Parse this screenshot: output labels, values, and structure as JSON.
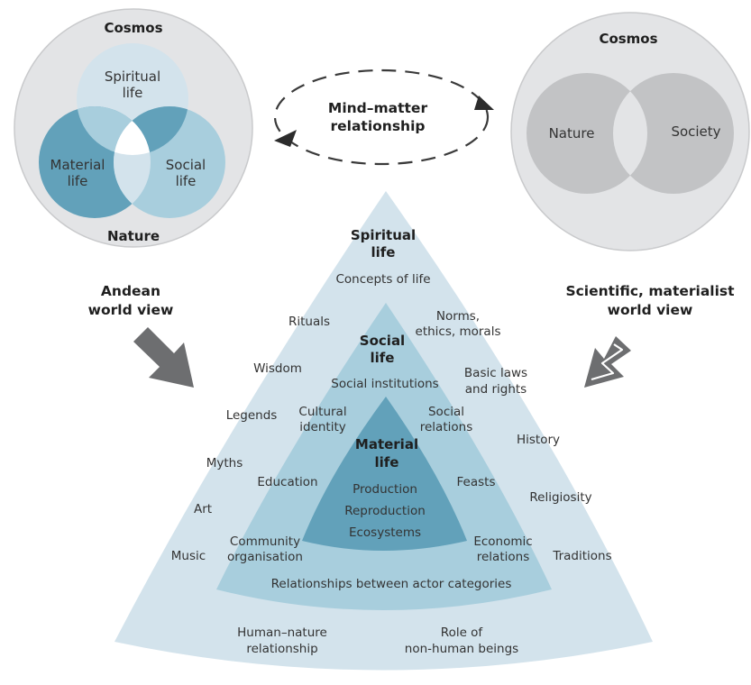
{
  "colors": {
    "grey_circle": "#e3e4e6",
    "grey_dark": "#c2c3c5",
    "blue_light": "#d3e3ec",
    "blue_mid": "#a8cedd",
    "blue_dark": "#62a1ba",
    "arrow_grey": "#6d6e70"
  },
  "andean_circle": {
    "cosmos": "Cosmos",
    "nature": "Nature",
    "spiritual": [
      "Spiritual",
      "life"
    ],
    "material": [
      "Material",
      "life"
    ],
    "social": [
      "Social",
      "life"
    ]
  },
  "scientific_circle": {
    "cosmos": "Cosmos",
    "nature": "Nature",
    "society": "Society"
  },
  "mind_matter": [
    "Mind–matter",
    "relationship"
  ],
  "andean_label": [
    "Andean",
    "world view"
  ],
  "scientific_label": [
    "Scientific, materialist",
    "world view"
  ],
  "spiritual_zone": {
    "title": [
      "Spiritual",
      "life"
    ],
    "concepts": "Concepts of life",
    "rituals": "Rituals",
    "norms": [
      "Norms,",
      "ethics, morals"
    ],
    "wisdom": "Wisdom",
    "basic_laws": [
      "Basic laws",
      "and rights"
    ],
    "legends": "Legends",
    "history": "History",
    "myths": "Myths",
    "religiosity": "Religiosity",
    "art": "Art",
    "music": "Music",
    "traditions": "Traditions",
    "human_nature": [
      "Human–nature",
      "relationship"
    ],
    "role_nonhuman": [
      "Role of",
      "non-human beings"
    ]
  },
  "social_zone": {
    "title": [
      "Social",
      "life"
    ],
    "institutions": "Social institutions",
    "cultural_identity": [
      "Cultural",
      "identity"
    ],
    "social_relations": [
      "Social",
      "relations"
    ],
    "education": "Education",
    "feasts": "Feasts",
    "community": [
      "Community",
      "organisation"
    ],
    "economic": [
      "Economic",
      "relations"
    ],
    "relationships": "Relationships between actor categories"
  },
  "material_zone": {
    "title": [
      "Material",
      "life"
    ],
    "production": "Production",
    "reproduction": "Reproduction",
    "ecosystems": "Ecosystems"
  }
}
